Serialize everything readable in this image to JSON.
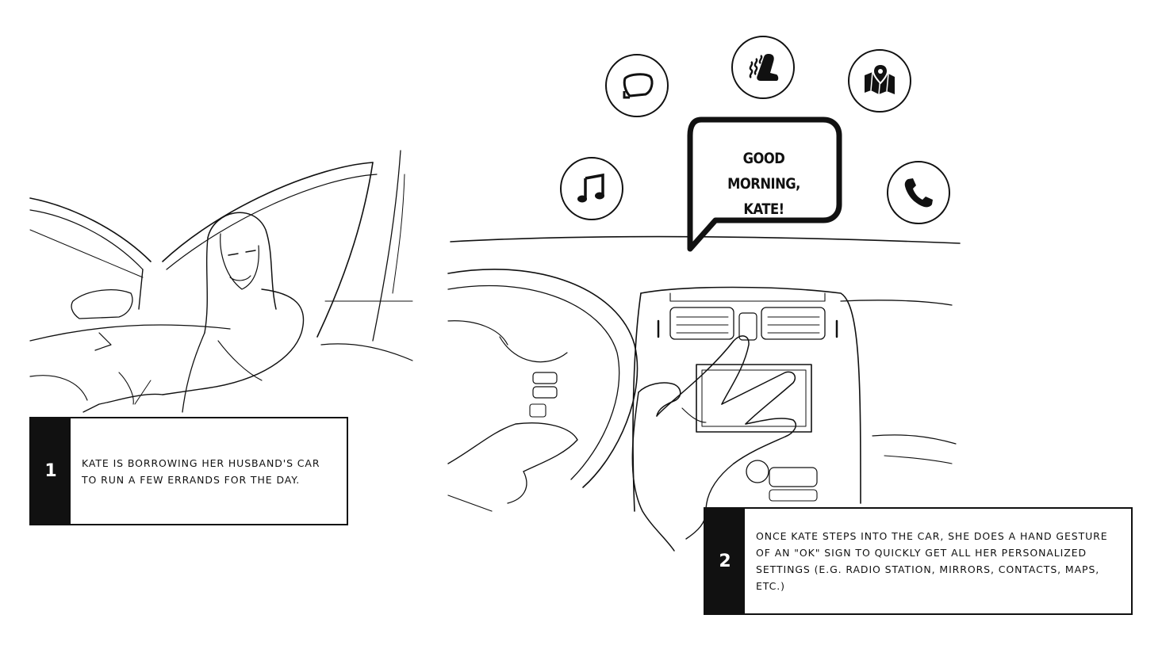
{
  "panels": [
    {
      "number": "1",
      "caption": "KATE IS BORROWING HER HUSBAND'S CAR TO RUN A FEW ERRANDS FOR THE DAY."
    },
    {
      "number": "2",
      "caption": "ONCE KATE STEPS INTO THE CAR, SHE DOES A HAND GESTURE OF AN \"OK\" SIGN TO QUICKLY GET ALL HER PERSONALIZED SETTINGS (E.G. RADIO STATION, MIRRORS, CONTACTS, MAPS, ETC.)"
    }
  ],
  "speech_bubble": {
    "line1": "GOOD MORNING,",
    "line2": "KATE!"
  },
  "icons": [
    "side-mirror-icon",
    "heated-seat-icon",
    "map-location-icon",
    "music-note-icon",
    "phone-icon"
  ]
}
